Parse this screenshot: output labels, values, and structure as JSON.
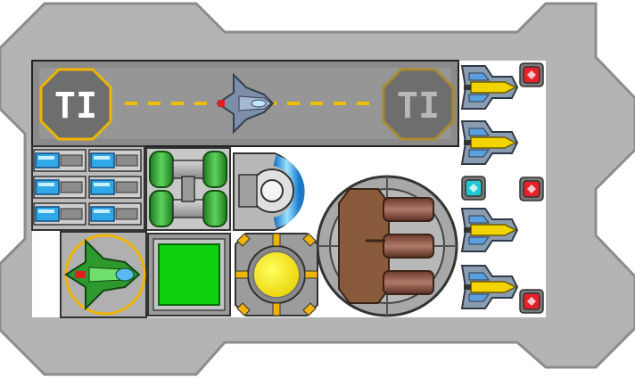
{
  "game": {
    "screen": "ship-module-layout",
    "runway": {
      "left_pad_glyph": "TI",
      "right_pad_glyph": "TI",
      "docked_ship_icon": "fighter-ship-icon"
    },
    "modules": [
      {
        "name": "battery-bank",
        "icon": "battery-cells-icon",
        "cells": 6
      },
      {
        "name": "fuel-tanks",
        "icon": "fuel-tank-icon"
      },
      {
        "name": "shield-generator",
        "icon": "shield-generator-icon"
      },
      {
        "name": "reactor-core",
        "icon": "reactor-core-icon"
      },
      {
        "name": "engine-block",
        "icon": "engine-cylinders-icon"
      },
      {
        "name": "green-fighter",
        "icon": "fighter-ship-icon"
      },
      {
        "name": "green-hatch",
        "icon": "hatch-icon"
      }
    ],
    "turrets": [
      {
        "name": "yellow-turret-1",
        "icon": "turret-icon"
      },
      {
        "name": "yellow-turret-2",
        "icon": "turret-icon"
      },
      {
        "name": "yellow-turret-3",
        "icon": "turret-icon"
      },
      {
        "name": "yellow-turret-4",
        "icon": "turret-icon"
      }
    ],
    "sockets": [
      {
        "name": "red-socket-1",
        "color": "#e8202a"
      },
      {
        "name": "red-socket-2",
        "color": "#e8202a"
      },
      {
        "name": "red-socket-3",
        "color": "#e8202a"
      },
      {
        "name": "cyan-socket-1",
        "color": "#20c8d0"
      }
    ],
    "colors": {
      "hull": "#b4b4b4",
      "hull_edge": "#8c8c8c",
      "runway": "#8a8a8a",
      "pad_ring": "#f0b400",
      "runway_stripe": "#f0c000",
      "green_module": "#2fa42f",
      "reactor_yellow": "#f6f000",
      "engine_copper": "#9a6a4a",
      "socket_red": "#e8202a",
      "socket_cyan": "#20c8d0",
      "turret_yellow": "#f2d400",
      "battery_blue": "#30a8e8"
    }
  }
}
